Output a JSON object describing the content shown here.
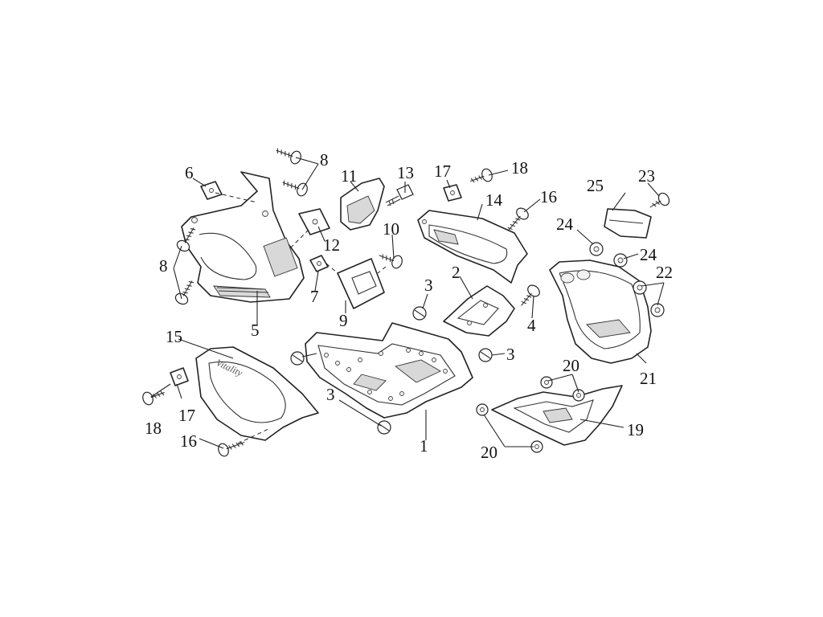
{
  "callouts": [
    {
      "id": "c1",
      "text": "1"
    },
    {
      "id": "c2",
      "text": "2"
    },
    {
      "id": "c3a",
      "text": "3"
    },
    {
      "id": "c3b",
      "text": "3"
    },
    {
      "id": "c3c",
      "text": "3"
    },
    {
      "id": "c4",
      "text": "4"
    },
    {
      "id": "c5",
      "text": "5"
    },
    {
      "id": "c6",
      "text": "6"
    },
    {
      "id": "c7",
      "text": "7"
    },
    {
      "id": "c8a",
      "text": "8"
    },
    {
      "id": "c8b",
      "text": "8"
    },
    {
      "id": "c9",
      "text": "9"
    },
    {
      "id": "c10",
      "text": "10"
    },
    {
      "id": "c11",
      "text": "11"
    },
    {
      "id": "c12",
      "text": "12"
    },
    {
      "id": "c13",
      "text": "13"
    },
    {
      "id": "c14",
      "text": "14"
    },
    {
      "id": "c15",
      "text": "15"
    },
    {
      "id": "c16a",
      "text": "16"
    },
    {
      "id": "c16b",
      "text": "16"
    },
    {
      "id": "c17a",
      "text": "17"
    },
    {
      "id": "c17b",
      "text": "17"
    },
    {
      "id": "c18a",
      "text": "18"
    },
    {
      "id": "c18b",
      "text": "18"
    },
    {
      "id": "c19",
      "text": "19"
    },
    {
      "id": "c20a",
      "text": "20"
    },
    {
      "id": "c20b",
      "text": "20"
    },
    {
      "id": "c21",
      "text": "21"
    },
    {
      "id": "c22",
      "text": "22"
    },
    {
      "id": "c23",
      "text": "23"
    },
    {
      "id": "c24a",
      "text": "24"
    },
    {
      "id": "c24b",
      "text": "24"
    },
    {
      "id": "c25",
      "text": "25"
    }
  ],
  "decal_text": "Vitality"
}
